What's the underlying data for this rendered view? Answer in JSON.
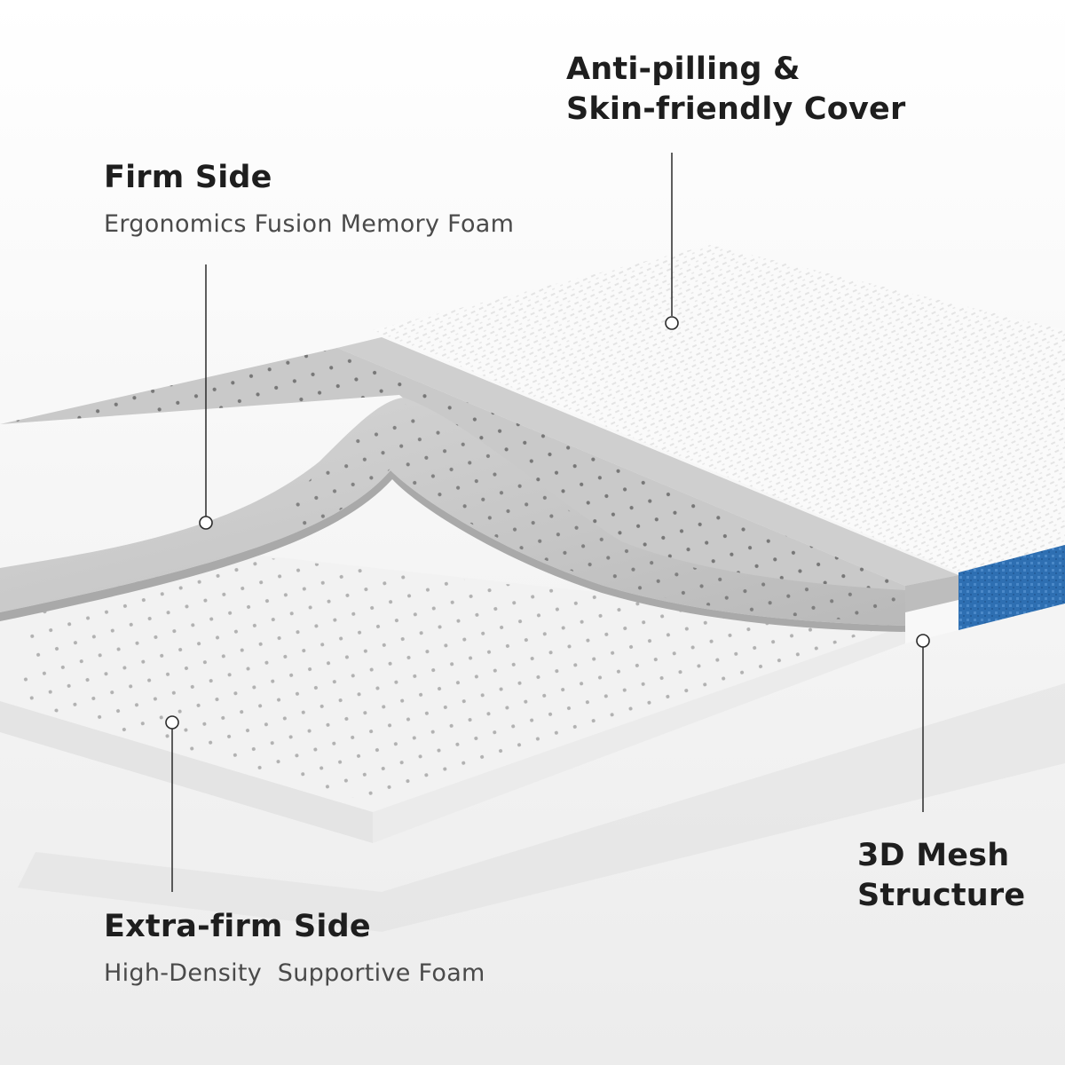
{
  "callouts": {
    "cover": {
      "line1": "Anti-pilling &",
      "line2": "Skin-friendly Cover"
    },
    "firm": {
      "title": "Firm Side",
      "subtitle": "Ergonomics Fusion Memory Foam"
    },
    "mesh": {
      "line1": "3D Mesh",
      "line2": "Structure"
    },
    "extra_firm": {
      "title": "Extra-firm Side",
      "subtitle": "High-Density  Supportive Foam"
    }
  },
  "colors": {
    "background": "#f4f4f4",
    "grey_foam": "#c9c9c9",
    "white_foam": "#f2f2f2",
    "cover": "#fafafa",
    "mesh_blue": "#2e6fb2",
    "text": "#1e1e1e"
  }
}
